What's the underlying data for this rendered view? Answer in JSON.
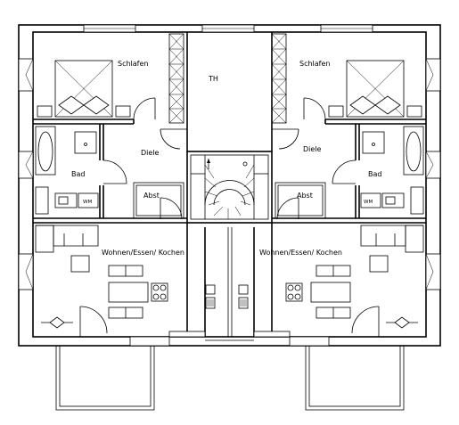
{
  "plan": {
    "stair_hall_label": "TH",
    "left_unit": {
      "bedroom": "Schlafen",
      "hall": "Diele",
      "bath": "Bad",
      "storage": "Abst",
      "washer": "WM",
      "living": "Wohnen/Essen/ Kochen"
    },
    "right_unit": {
      "bedroom": "Schlafen",
      "hall": "Diele",
      "bath": "Bad",
      "storage": "Abst",
      "washer": "WM",
      "living": "Wohnen/Essen/ Kochen"
    }
  }
}
